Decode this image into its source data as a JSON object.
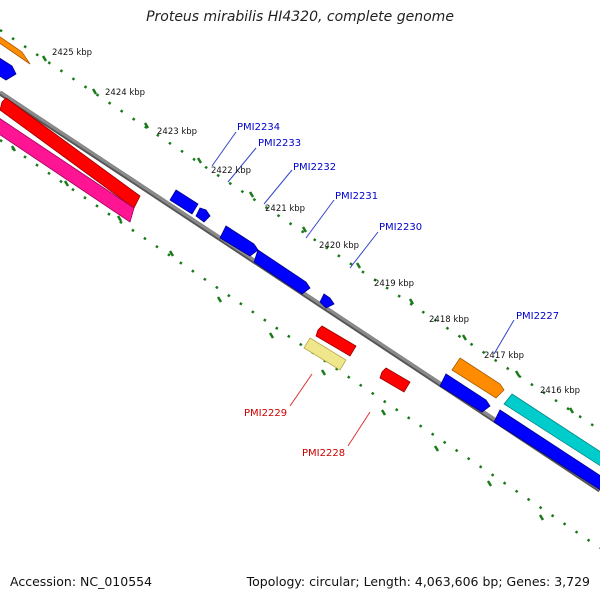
{
  "header": {
    "title": "Proteus mirabilis HI4320, complete genome"
  },
  "footer": {
    "accession": "Accession: NC_010554",
    "summary": "Topology: circular; Length: 4,063,606 bp; Genes: 3,729"
  },
  "map": {
    "ticks": [
      "2425 kbp",
      "2424 kbp",
      "2423 kbp",
      "2422 kbp",
      "2421 kbp",
      "2420 kbp",
      "2419 kbp",
      "2418 kbp",
      "2417 kbp",
      "2416 kbp"
    ],
    "forward_labels": [
      "PMI2234",
      "PMI2233",
      "PMI2232",
      "PMI2231",
      "PMI2230",
      "PMI2227"
    ],
    "reverse_labels": [
      "PMI2229",
      "PMI2228"
    ]
  },
  "colors": {
    "forward_cds": "#0000ff",
    "reverse_cds": "#ff0000",
    "orange_feature": "#ff8c00",
    "magenta_feature": "#ff1493",
    "cyan_feature": "#00cccc",
    "pale_feature": "#f0e68c",
    "backbone": "#808080",
    "tick_marks": "#1a7a1a",
    "forward_label": "#0000cc",
    "reverse_label": "#cc0000"
  }
}
